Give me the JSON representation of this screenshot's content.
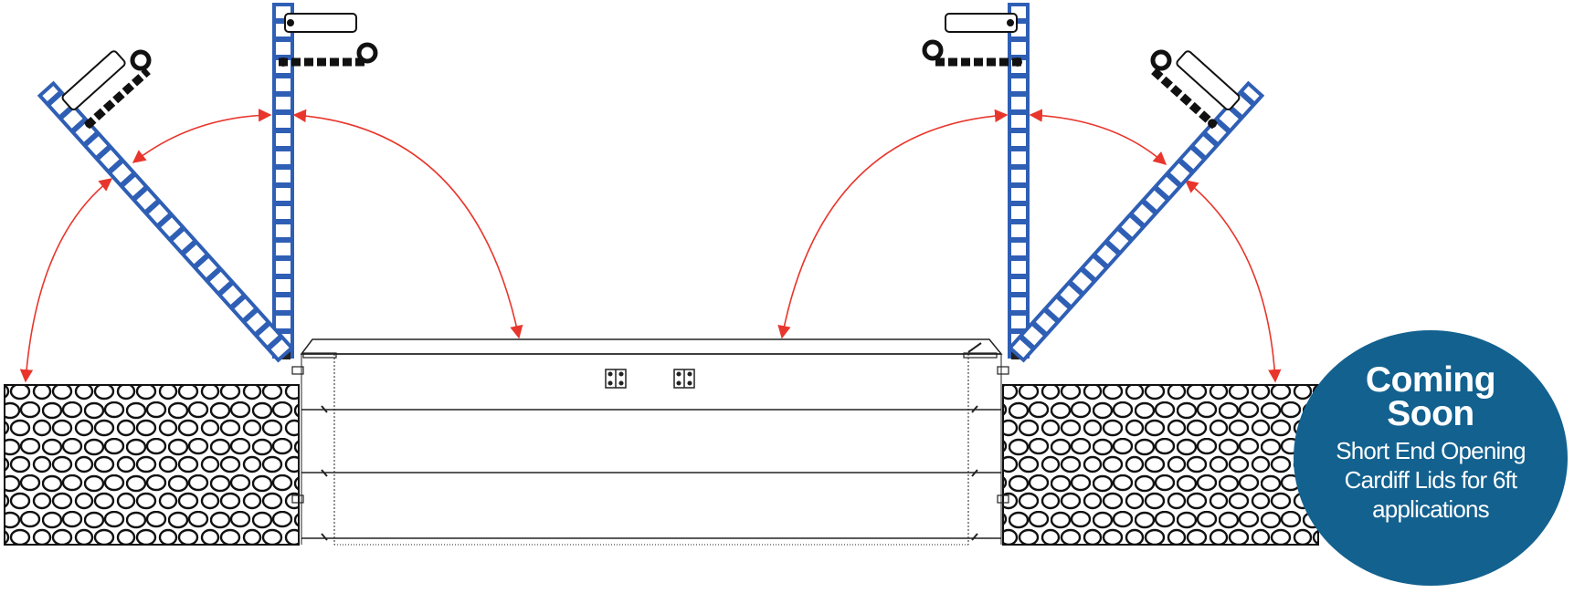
{
  "colors": {
    "ladder_blue": "#2f5fb5",
    "arc_red": "#e8362c",
    "badge_bg": "#13618f",
    "badge_text": "#ffffff",
    "line": "#222222"
  },
  "diagram": {
    "subject": "trench-lid-opening-diagram",
    "icons": [
      "stone-ground-left",
      "stone-ground-right",
      "ladder-lid-left-vertical",
      "ladder-lid-left-angled",
      "ladder-lid-right-vertical",
      "ladder-lid-right-angled",
      "chain-icon",
      "hinge-icon",
      "swing-arc"
    ]
  },
  "badge": {
    "title_line1": "Coming",
    "title_line2": "Soon",
    "sub_line1": "Short End Opening",
    "sub_line2": "Cardiff Lids for 6ft",
    "sub_line3": "applications"
  }
}
